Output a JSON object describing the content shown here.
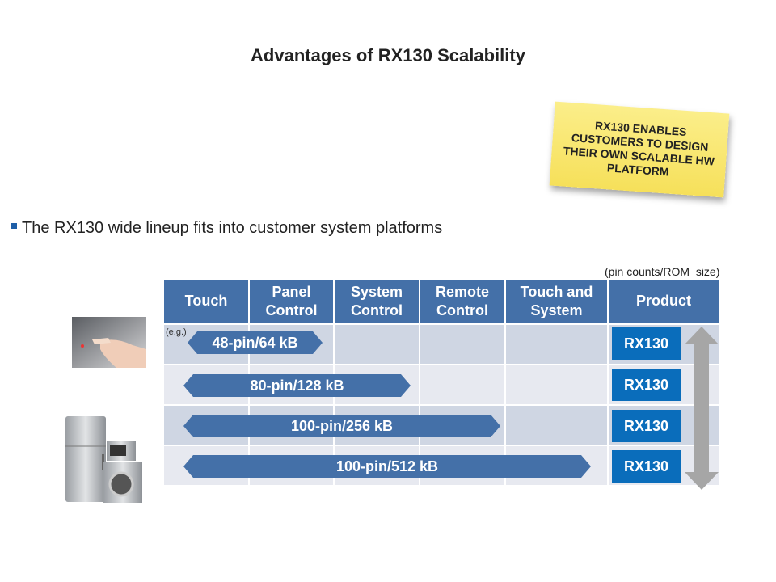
{
  "title": "Advantages of RX130 Scalability",
  "sticky_note": "RX130 ENABLES CUSTOMERS TO DESIGN THEIR OWN SCALABLE HW PLATFORM",
  "bullet": "The RX130 wide lineup fits into customer system platforms",
  "unit_note": "(pin counts/ROM  size)",
  "eg_label": "(e.g.)",
  "headers": [
    "Touch",
    "Panel Control",
    "System Control",
    "Remote Control",
    "Touch and System",
    "Product"
  ],
  "rows": [
    {
      "package": "48-pin/64 kB",
      "product": "RX130"
    },
    {
      "package": "80-pin/128 kB",
      "product": "RX130"
    },
    {
      "package": "100-pin/256 kB",
      "product": "RX130"
    },
    {
      "package": "100-pin/512 kB",
      "product": "RX130"
    }
  ],
  "colors": {
    "header": "#4470a8",
    "product": "#0a6dbb",
    "row_dark": "#cfd6e3",
    "row_light": "#e7e9f0",
    "scale_arrow": "#a6a6a6"
  }
}
